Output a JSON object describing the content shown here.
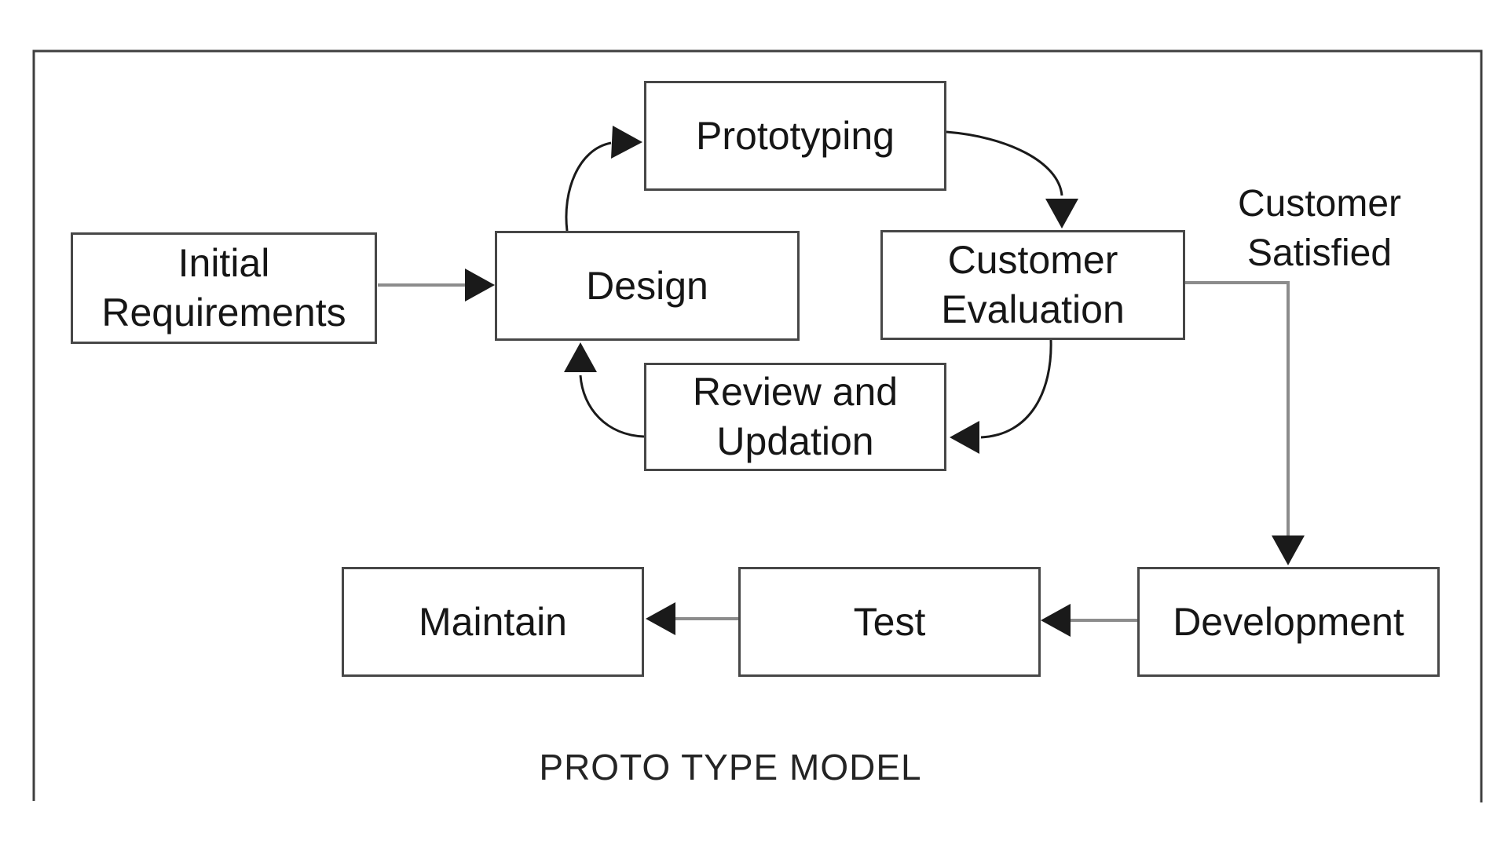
{
  "diagram": {
    "type": "flowchart",
    "caption": {
      "title": "PROTO TYPE MODEL"
    },
    "annotations": {
      "customer_satisfied": "Customer\nSatisfied"
    },
    "nodes": {
      "initial_requirements": {
        "label": "Initial\nRequirements"
      },
      "design": {
        "label": "Design"
      },
      "prototyping": {
        "label": "Prototyping"
      },
      "customer_evaluation": {
        "label": "Customer\nEvaluation"
      },
      "review_updation": {
        "label": "Review and\nUpdation"
      },
      "development": {
        "label": "Development"
      },
      "test": {
        "label": "Test"
      },
      "maintain": {
        "label": "Maintain"
      }
    },
    "edges": [
      {
        "from": "initial_requirements",
        "to": "design",
        "style": "straight-gray"
      },
      {
        "from": "design",
        "to": "prototyping",
        "style": "curve-black"
      },
      {
        "from": "prototyping",
        "to": "customer_evaluation",
        "style": "curve-black"
      },
      {
        "from": "customer_evaluation",
        "to": "review_updation",
        "style": "curve-black"
      },
      {
        "from": "review_updation",
        "to": "design",
        "style": "curve-black"
      },
      {
        "from": "customer_evaluation",
        "to": "development",
        "style": "elbow-gray",
        "label": "Customer Satisfied"
      },
      {
        "from": "development",
        "to": "test",
        "style": "straight-gray"
      },
      {
        "from": "test",
        "to": "maintain",
        "style": "straight-gray"
      }
    ],
    "colors": {
      "background": "#ffffff",
      "box_border": "#474747",
      "text": "#161616",
      "connector_gray": "#8c8c8c",
      "connector_black": "#1a1a1a",
      "frame_border": "#3f3f3f"
    }
  }
}
